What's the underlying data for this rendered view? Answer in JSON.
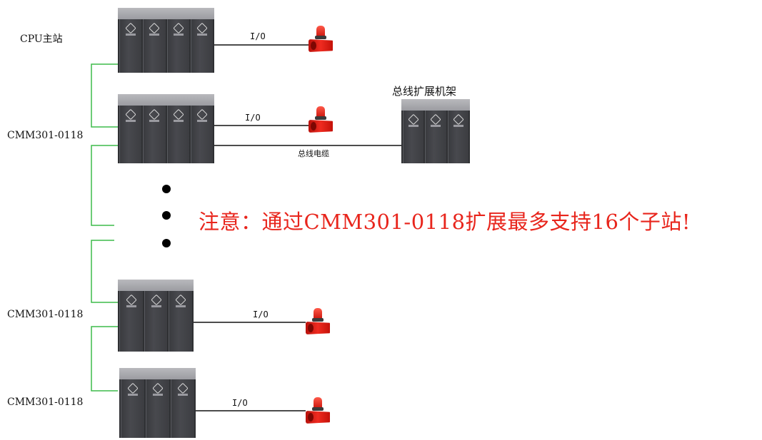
{
  "labels": {
    "master": "CPU主站",
    "slave1": "CMM301-0118",
    "slave2": "CMM301-0118",
    "slave3": "CMM301-0118",
    "expansion_rack": "总线扩展机架",
    "bus_cable": "总线电缆",
    "io1": "I/O",
    "io2": "I/O",
    "io3": "I/O",
    "io4": "I/O"
  },
  "note": "注意：通过CMM301-0118扩展最多支持16个子站!",
  "colors": {
    "network_link": "#3dbb4a",
    "wire": "#111111",
    "note": "#e8251c",
    "rack_body": "#2f3033",
    "alarm": "#e0221a"
  },
  "icons": {
    "alarm": "alarm-beacon-icon",
    "module_logo": "module-logo-icon"
  }
}
